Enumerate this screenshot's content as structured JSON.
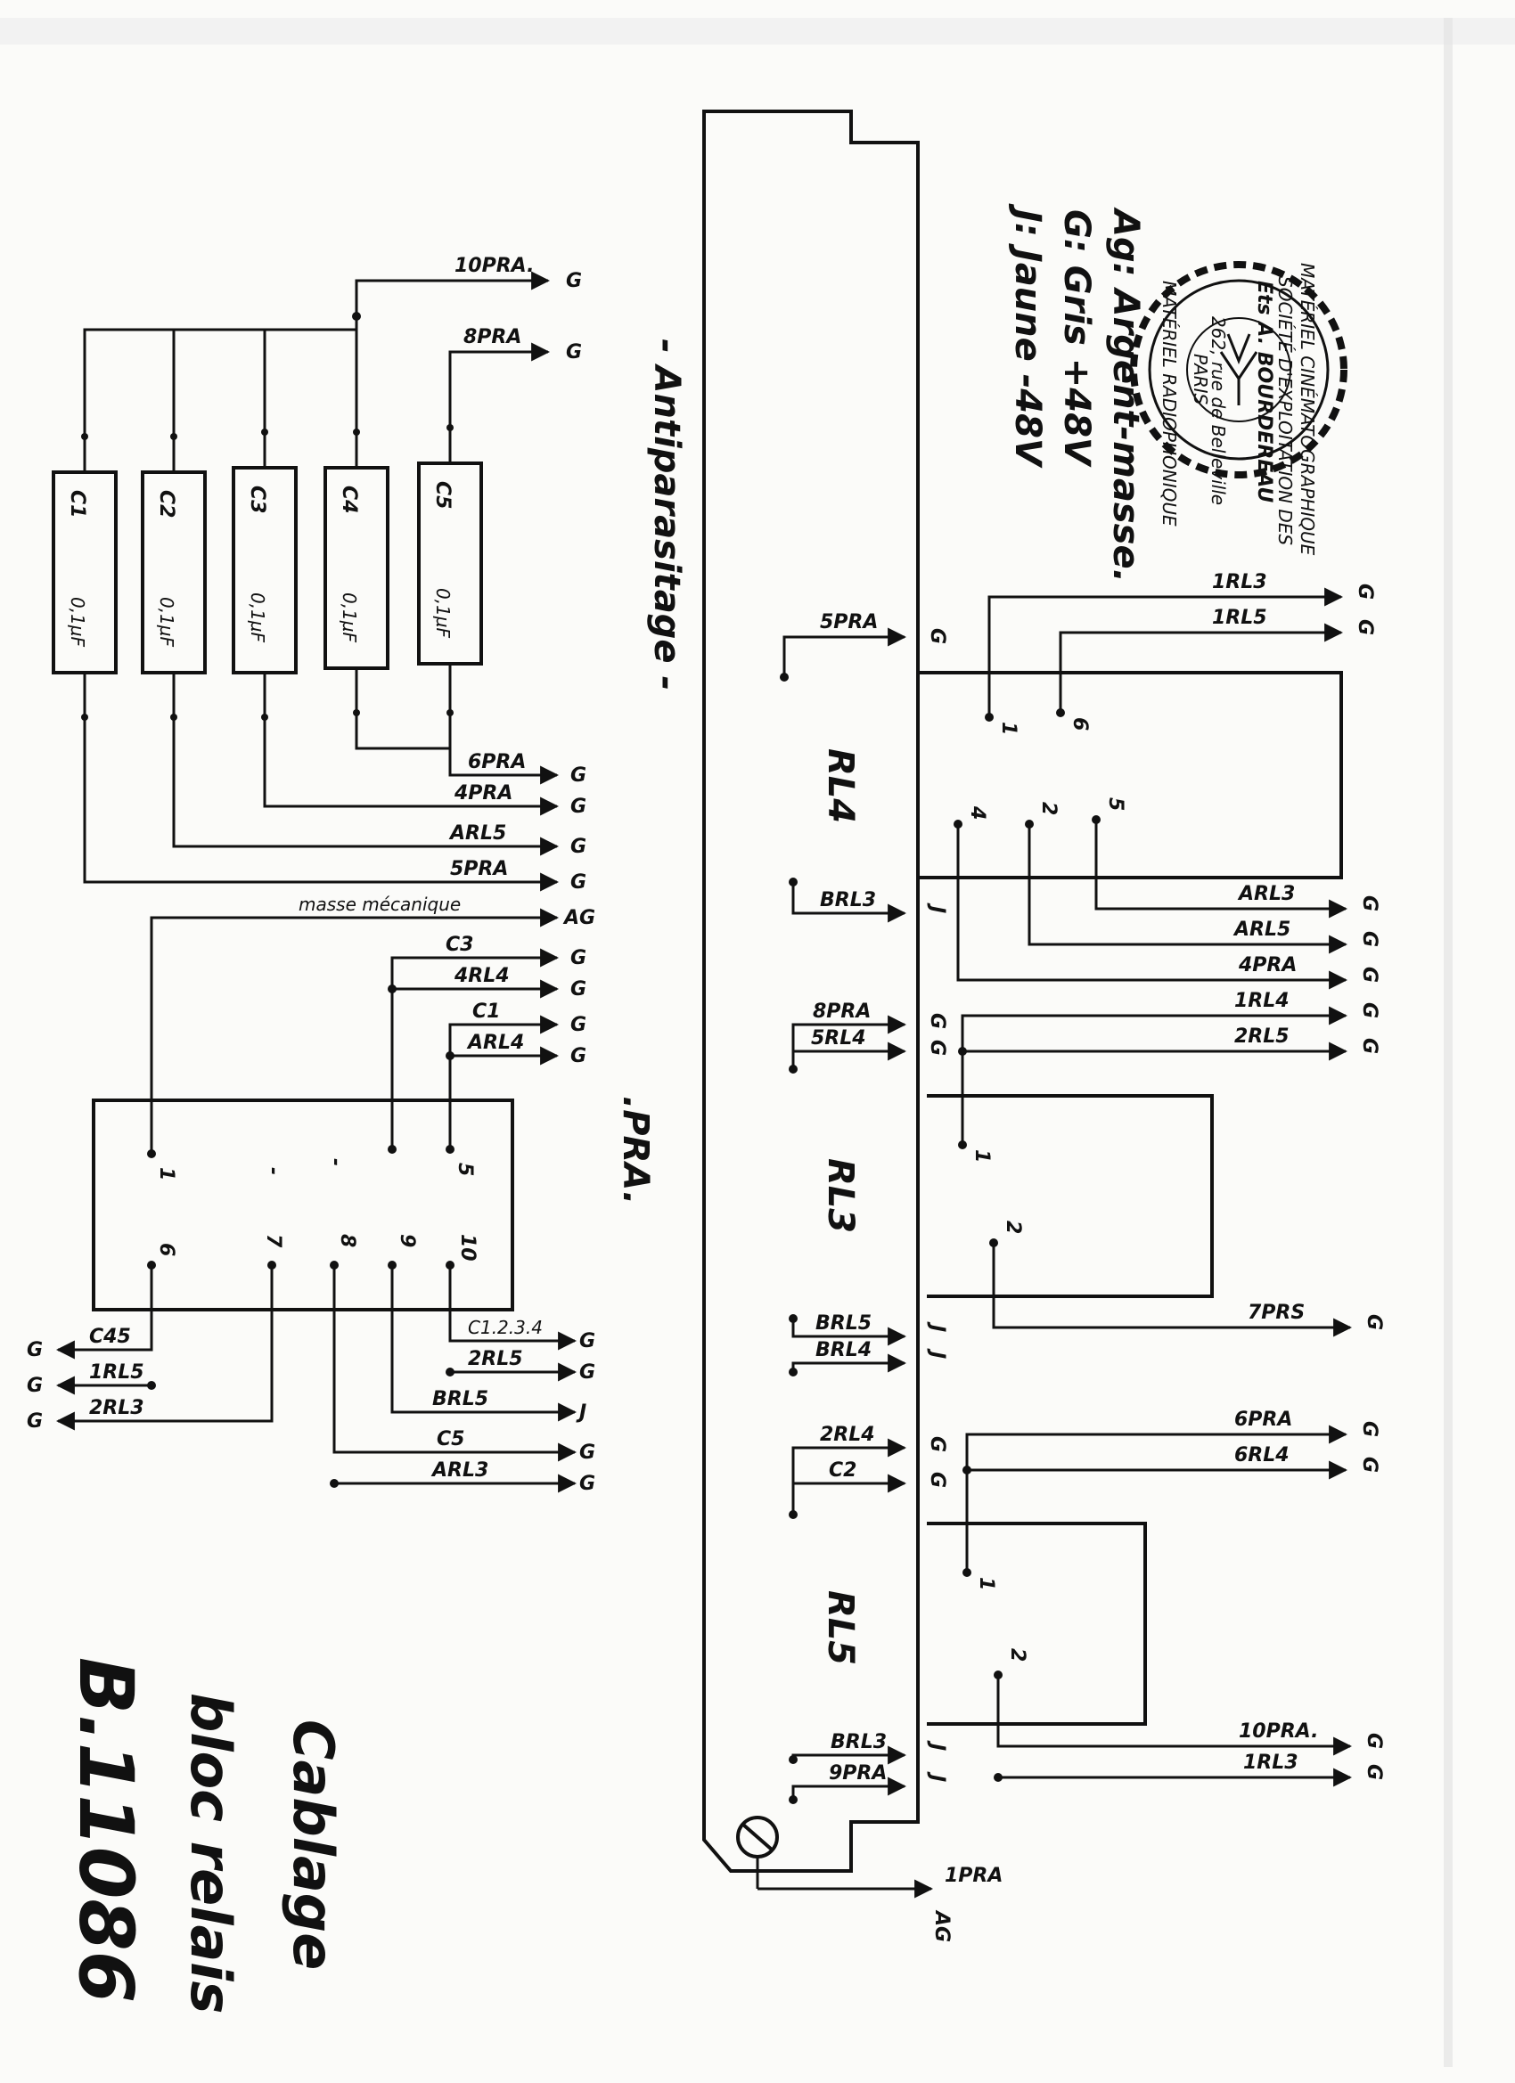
{
  "title": {
    "line1": "Cablage",
    "line2": "bloc relais",
    "line3": "B.11086"
  },
  "legend": {
    "j": "J: Jaune -48V",
    "g": "G: Gris +48V",
    "ag": "Ag: Argent-masse."
  },
  "stamp": {
    "ring_top": "MATÉRIEL CINÉMATOGRAPHIQUE",
    "ring_bottom": "MATÉRIEL RADIOPHONIQUE",
    "society": "SOCIÉTÉ D'EXPLOITATION DES",
    "name": "Ets A. BOURDEREAU",
    "city": "PARIS",
    "address": "262, rue de Belleville"
  },
  "section_antiparasitage": "- Antiparasitage -",
  "section_pra": ".PRA.",
  "relays": [
    "RL4",
    "RL3",
    "RL5"
  ],
  "capacitors": [
    {
      "name": "C1",
      "value": "0,1µF"
    },
    {
      "name": "C2",
      "value": "0,1µF"
    },
    {
      "name": "C3",
      "value": "0,1µF"
    },
    {
      "name": "C4",
      "value": "0,1µF"
    },
    {
      "name": "C5",
      "value": "0,1µF"
    }
  ],
  "cap_top_wires": [
    {
      "label": "10PRA.",
      "color": "G"
    },
    {
      "label": "8PRA",
      "color": "G"
    }
  ],
  "cap_bottom_wires": [
    {
      "label": "6PRA",
      "color": "G"
    },
    {
      "label": "4PRA",
      "color": "G"
    },
    {
      "label": "ARL5",
      "color": "G"
    },
    {
      "label": "5PRA",
      "color": "G"
    },
    {
      "label": "masse mécanique",
      "color": "AG"
    },
    {
      "label": "C3",
      "color": "G"
    },
    {
      "label": "4RL4",
      "color": "G"
    },
    {
      "label": "C1",
      "color": "G"
    },
    {
      "label": "ARL4",
      "color": "G"
    }
  ],
  "pra_pins_top": [
    "1",
    "-",
    "-",
    "",
    "5"
  ],
  "pra_pins_bottom": [
    "6",
    "7",
    "8",
    "9",
    "10"
  ],
  "pra_bottom_wires": [
    {
      "label": "C1.2.3.4",
      "color": "G"
    },
    {
      "label": "2RL5",
      "color": "G"
    },
    {
      "label": "BRL5",
      "color": "J"
    },
    {
      "label": "C5",
      "color": "G"
    },
    {
      "label": "ARL3",
      "color": "G"
    }
  ],
  "pra_left_wires": [
    {
      "label": "C45",
      "color": "G"
    },
    {
      "label": "1RL5",
      "color": "G"
    },
    {
      "label": "2RL3",
      "color": "G"
    }
  ],
  "strip_left_wires": [
    {
      "label": "5PRA",
      "color": "G"
    },
    {
      "label": "BRL3",
      "color": "J"
    },
    {
      "label": "8PRA",
      "color": "G"
    },
    {
      "label": "5RL4",
      "color": "G"
    },
    {
      "label": "BRL5",
      "color": "J"
    },
    {
      "label": "BRL4",
      "color": "J"
    },
    {
      "label": "2RL4",
      "color": "G"
    },
    {
      "label": "C2",
      "color": "G"
    },
    {
      "label": "BRL3",
      "color": "J"
    },
    {
      "label": "9PRA",
      "color": "J"
    },
    {
      "label": "1PRA",
      "color": "AG"
    }
  ],
  "rl4_pins": [
    "1",
    "6",
    "4",
    "2",
    "5"
  ],
  "rl3_pins": [
    "1",
    "2"
  ],
  "rl5_pins": [
    "1",
    "2"
  ],
  "right_wires": [
    {
      "label": "1RL3",
      "color": "G"
    },
    {
      "label": "1RL5",
      "color": "G"
    },
    {
      "label": "ARL3",
      "color": "G"
    },
    {
      "label": "ARL5",
      "color": "G"
    },
    {
      "label": "4PRA",
      "color": "G"
    },
    {
      "label": "1RL4",
      "color": "G"
    },
    {
      "label": "2RL5",
      "color": "G"
    },
    {
      "label": "7PRS",
      "color": "G"
    },
    {
      "label": "6PRA",
      "color": "G"
    },
    {
      "label": "6RL4",
      "color": "G"
    },
    {
      "label": "10PRA.",
      "color": "G"
    },
    {
      "label": "1RL3",
      "color": "G"
    }
  ]
}
